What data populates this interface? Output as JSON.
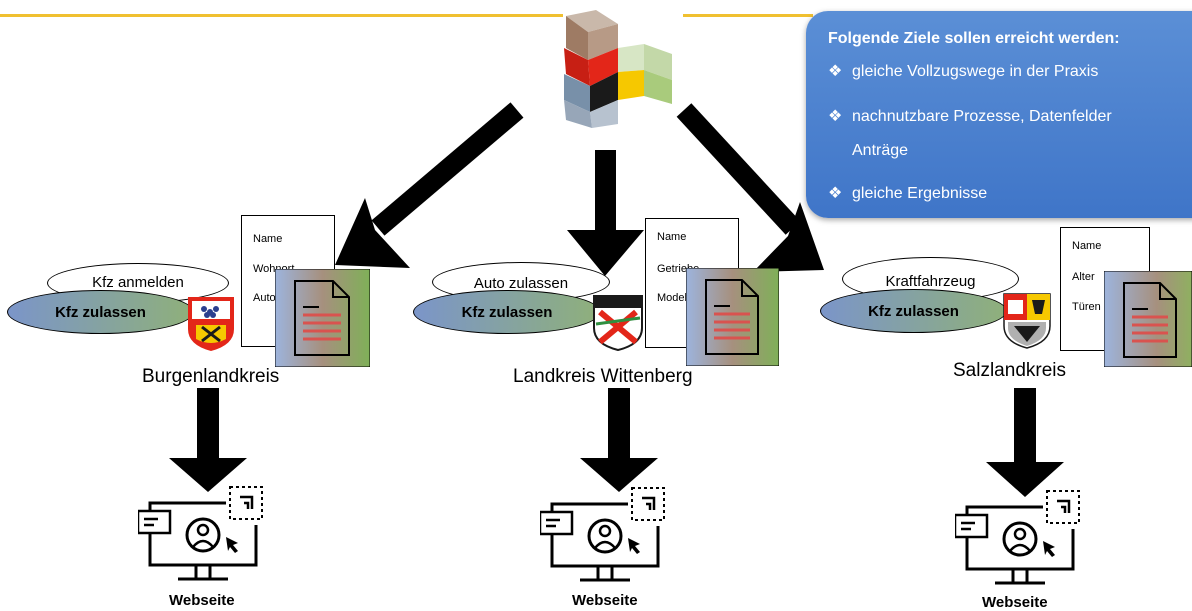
{
  "goals": {
    "title": "Folgende Ziele sollen erreicht werden:",
    "items": [
      "gleiche Vollzugswege in der Praxis",
      "nachnutzbare Prozesse, Datenfelder",
      "Anträge",
      "gleiche Ergebnisse"
    ],
    "bullet": "❖"
  },
  "districts": [
    {
      "name": "Burgenlandkreis",
      "top_oval": "Kfz anmelden",
      "service": "Kfz zulassen",
      "fields": [
        "Name",
        "Wohnort",
        "Autofarbe"
      ],
      "portal": "Webseite"
    },
    {
      "name": "Landkreis Wittenberg",
      "top_oval": "Auto zulassen",
      "service": "Kfz zulassen",
      "fields": [
        "Name",
        "Getriebe",
        "Modell"
      ],
      "portal": "Webseite"
    },
    {
      "name": "Salzlandkreis",
      "top_oval": "Kraftfahrzeug",
      "service": "Kfz zulassen",
      "fields": [
        "Name",
        "Alter",
        "Türen"
      ],
      "portal": "Webseite"
    }
  ],
  "colors": {
    "accent_line": "#f0c030",
    "bubble": "#4a80cf",
    "logo_red": "#e32619",
    "logo_gold": "#f6c800",
    "logo_black": "#1a1a1a",
    "logo_green": "#a9cb7c",
    "logo_grey": "#97a6b8",
    "logo_brown": "#9e7b64"
  },
  "icons": [
    "federal-cube-logo",
    "coat-of-arms-icon",
    "document-icon",
    "website-monitor-icon",
    "arrow-down-icon"
  ]
}
